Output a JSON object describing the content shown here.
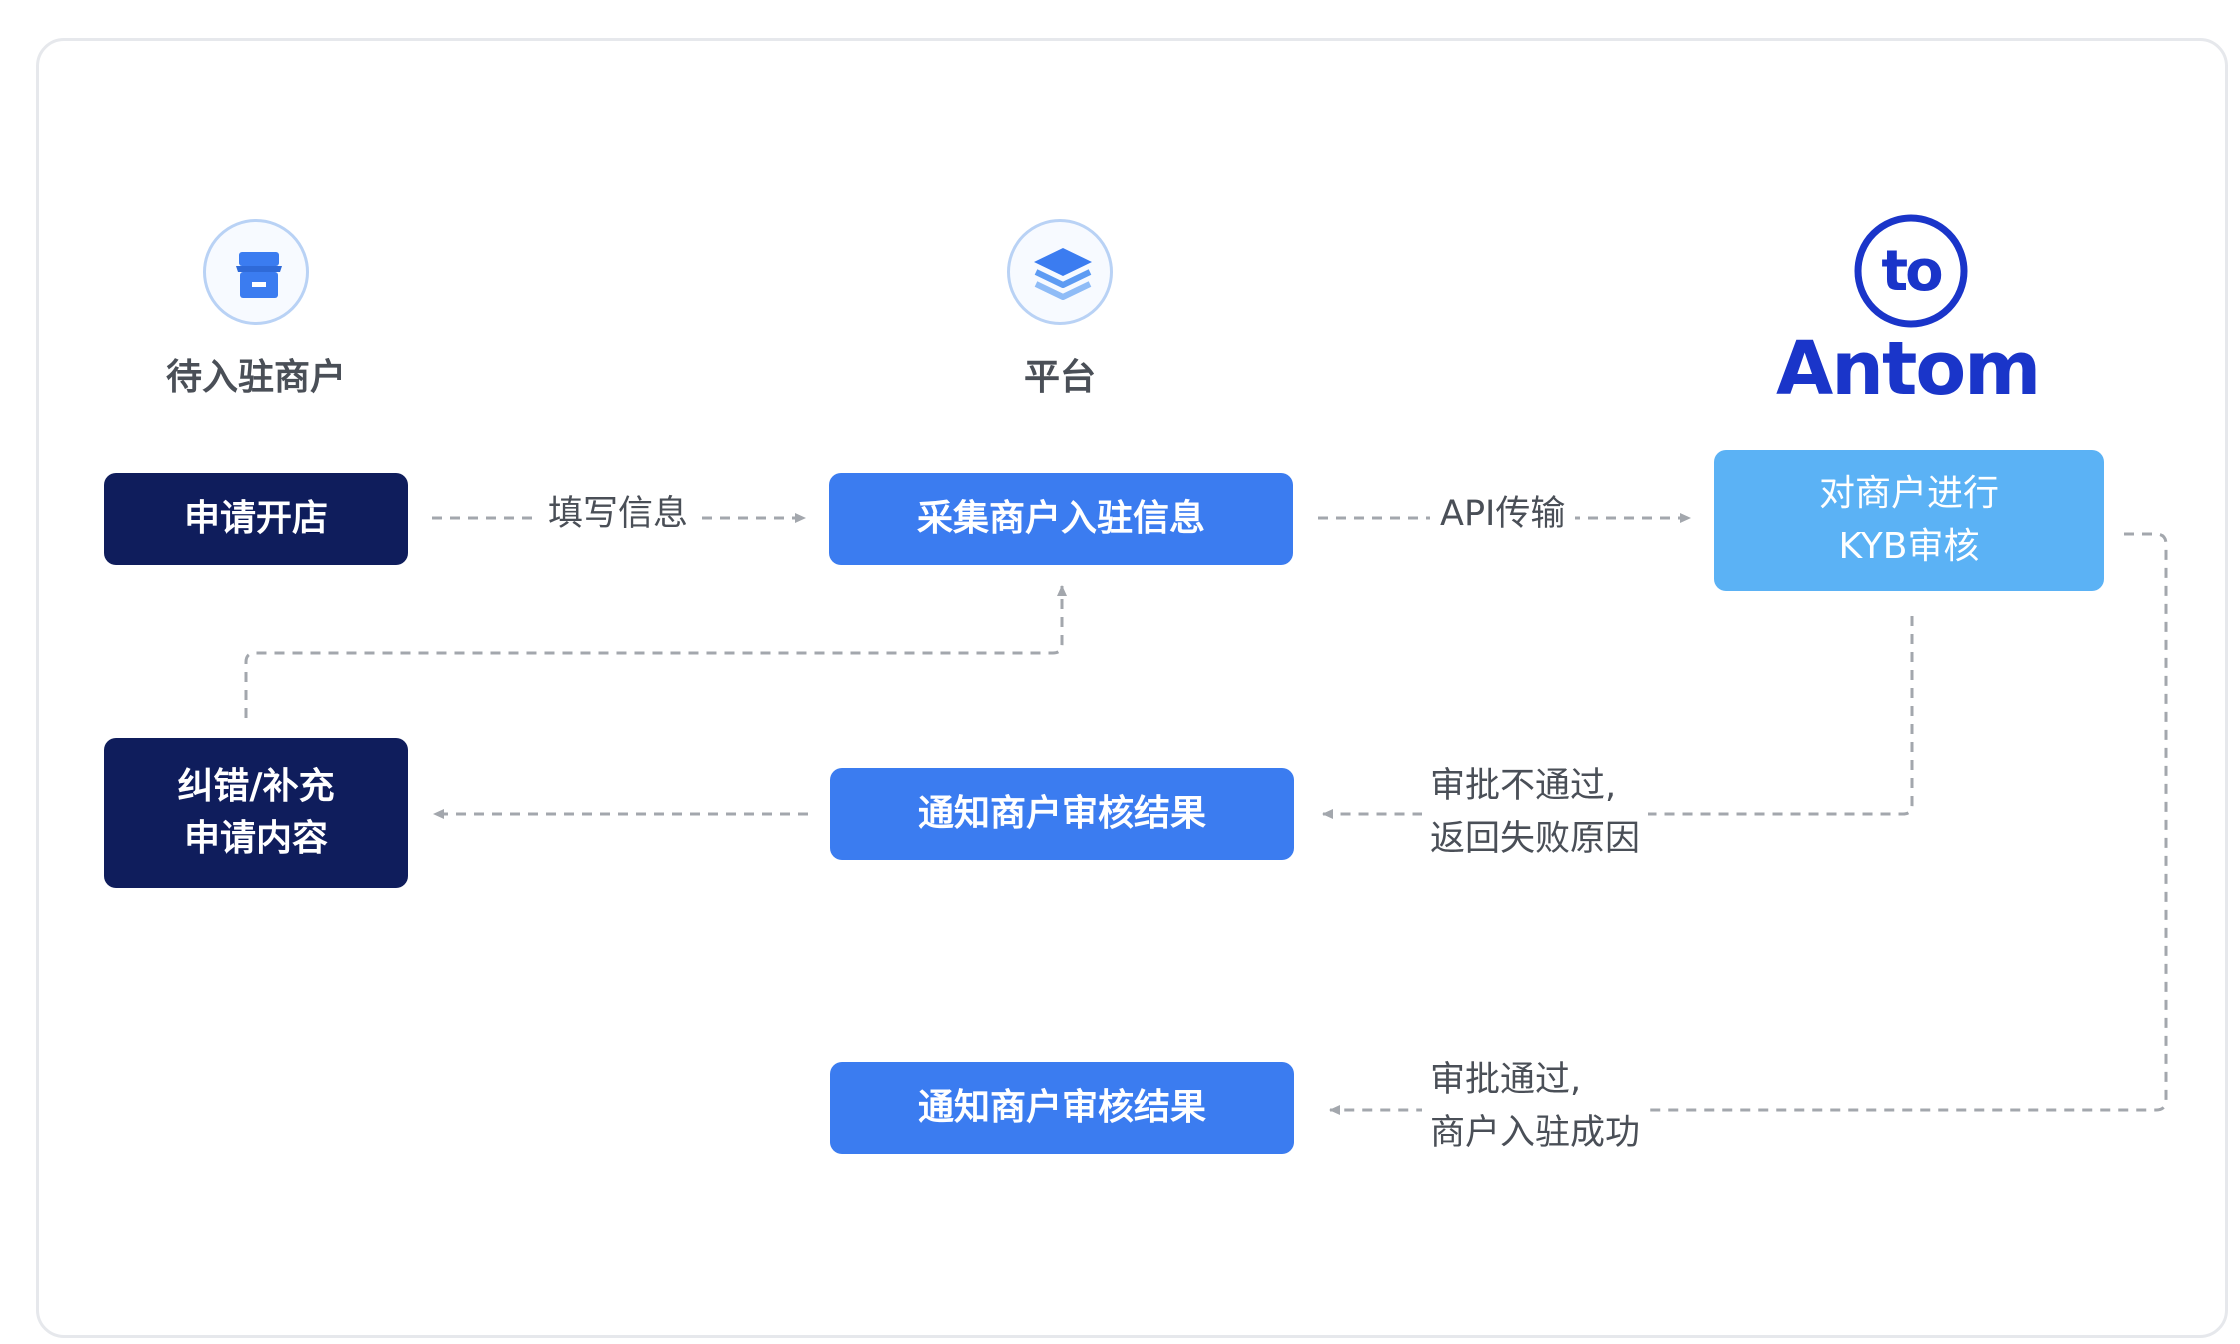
{
  "actors": {
    "merchant": {
      "label": "待入驻商户",
      "icon": "store-icon"
    },
    "platform": {
      "label": "平台",
      "icon": "layers-icon"
    },
    "antom": {
      "brand": "Antom",
      "icon": "antom-logo-icon",
      "logo_mark": "to"
    }
  },
  "nodes": {
    "apply_store": "申请开店",
    "collect_info": "采集商户入驻信息",
    "kyb_line1": "对商户进行",
    "kyb_line2": "KYB审核",
    "correct_line1": "纠错/补充",
    "correct_line2": "申请内容",
    "notify_fail": "通知商户审核结果",
    "notify_success": "通知商户审核结果"
  },
  "edges": {
    "fill_info": "填写信息",
    "api_transfer": "API传输",
    "reject_line1": "审批不通过,",
    "reject_line2": "返回失败原因",
    "approve_line1": "审批通过,",
    "approve_line2": "商户入驻成功"
  },
  "colors": {
    "dark_box": "#0f1d5c",
    "blue_box": "#3b7cf0",
    "light_box": "#5bb2f5",
    "brand": "#1a35c9",
    "connector": "#a3a7ad"
  }
}
